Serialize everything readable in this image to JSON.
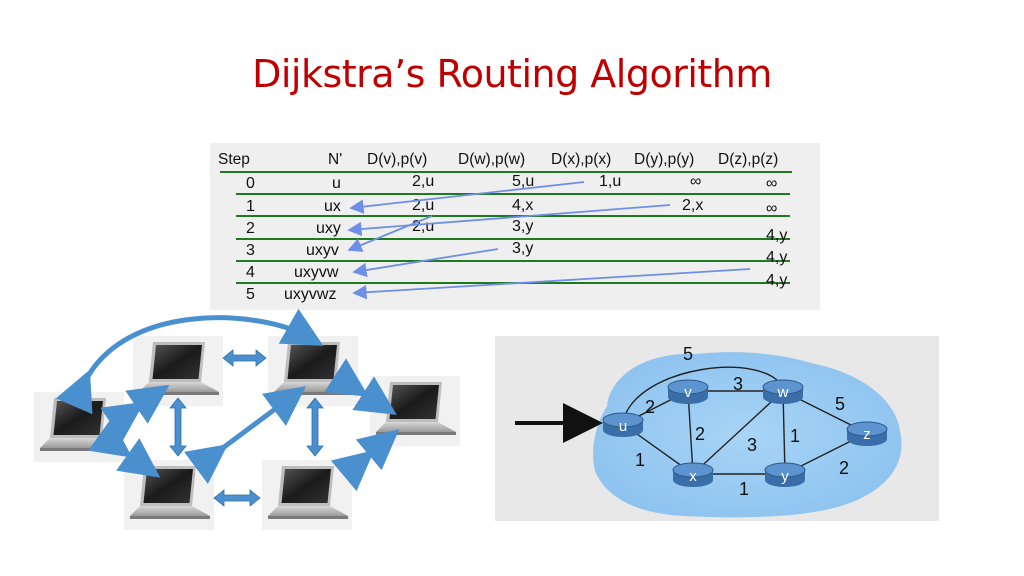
{
  "slide": {
    "title": "Dijkstra’s Routing Algorithm"
  },
  "table": {
    "headers": [
      "Step",
      "N'",
      "D(v),p(v)",
      "D(w),p(w)",
      "D(x),p(x)",
      "D(y),p(y)",
      "D(z),p(z)"
    ],
    "rows": [
      {
        "step": "0",
        "n": "u",
        "v": "2,u",
        "w": "5,u",
        "x": "1,u",
        "y": "∞",
        "z": "∞"
      },
      {
        "step": "1",
        "n": "ux",
        "v": "2,u",
        "w": "4,x",
        "x": "",
        "y": "2,x",
        "z": "∞"
      },
      {
        "step": "2",
        "n": "uxy",
        "v": "2,u",
        "w": "3,y",
        "x": "",
        "y": "",
        "z": "4,y"
      },
      {
        "step": "3",
        "n": "uxyv",
        "v": "",
        "w": "3,y",
        "x": "",
        "y": "",
        "z": "4,y"
      },
      {
        "step": "4",
        "n": "uxyvw",
        "v": "",
        "w": "",
        "x": "",
        "y": "",
        "z": "4,y"
      },
      {
        "step": "5",
        "n": "uxyvwz",
        "v": "",
        "w": "",
        "x": "",
        "y": "",
        "z": ""
      }
    ]
  },
  "network": {
    "nodes": [
      "u",
      "v",
      "w",
      "x",
      "y",
      "z"
    ],
    "edge_weights": {
      "u-w": "5",
      "u-v": "2",
      "v-w": "3",
      "w-z": "5",
      "v-x": "2",
      "x-w": "3",
      "w-y": "1",
      "u-x": "1",
      "x-y": "1",
      "y-z": "2"
    }
  }
}
